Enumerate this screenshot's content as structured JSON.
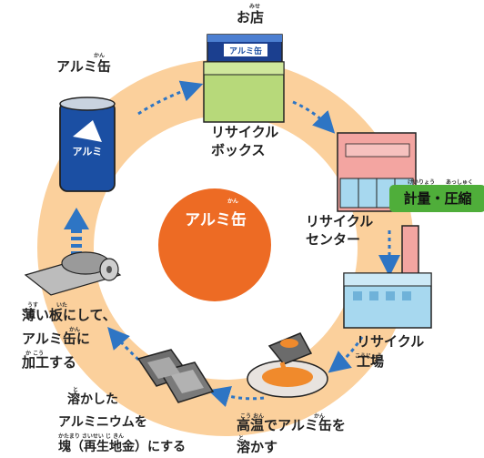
{
  "center": {
    "label": "アルミ缶",
    "ruby": "かん"
  },
  "steps": [
    {
      "id": "store",
      "label_lines": [
        "お店"
      ],
      "ruby": "みせ"
    },
    {
      "id": "recycle-box",
      "label_lines": [
        "リサイクル",
        "ボックス"
      ]
    },
    {
      "id": "recycle-center",
      "label_lines": [
        "リサイクル",
        "センター"
      ]
    },
    {
      "id": "recycle-factory",
      "label_lines": [
        "リサイクル",
        "工場"
      ],
      "ruby": "こうじょう"
    },
    {
      "id": "melt",
      "label_lines": [
        "高温でアルミ缶を",
        "溶かす"
      ],
      "ruby": [
        "こう おん",
        "かん",
        "と"
      ]
    },
    {
      "id": "ingot",
      "label_lines": [
        "溶かした",
        "アルミニウムを",
        "塊（再生地金）にする"
      ],
      "ruby": [
        "と",
        "かたまり さいせい じ きん"
      ]
    },
    {
      "id": "sheet",
      "label_lines": [
        "薄い板にして、",
        "アルミ缶に",
        "加工する"
      ],
      "ruby": [
        "うす",
        "いた",
        "かん",
        "か こう"
      ]
    },
    {
      "id": "can",
      "label_lines": [
        "アルミ缶"
      ],
      "ruby": "かん"
    }
  ],
  "badge": {
    "label": "計量・圧縮",
    "ruby": [
      "けいりょう",
      "あっしゅく"
    ]
  },
  "box_label": "アルミ缶",
  "can_label": "アルミ",
  "colors": {
    "ring": "#fbd09c",
    "center": "#ed6b24",
    "arrow": "#2e75c4",
    "badge": "#4fae3a",
    "box": "#b7d97a",
    "building": "#f3a5a1",
    "glass": "#a7d8ef",
    "can": "#1b4fa3"
  }
}
